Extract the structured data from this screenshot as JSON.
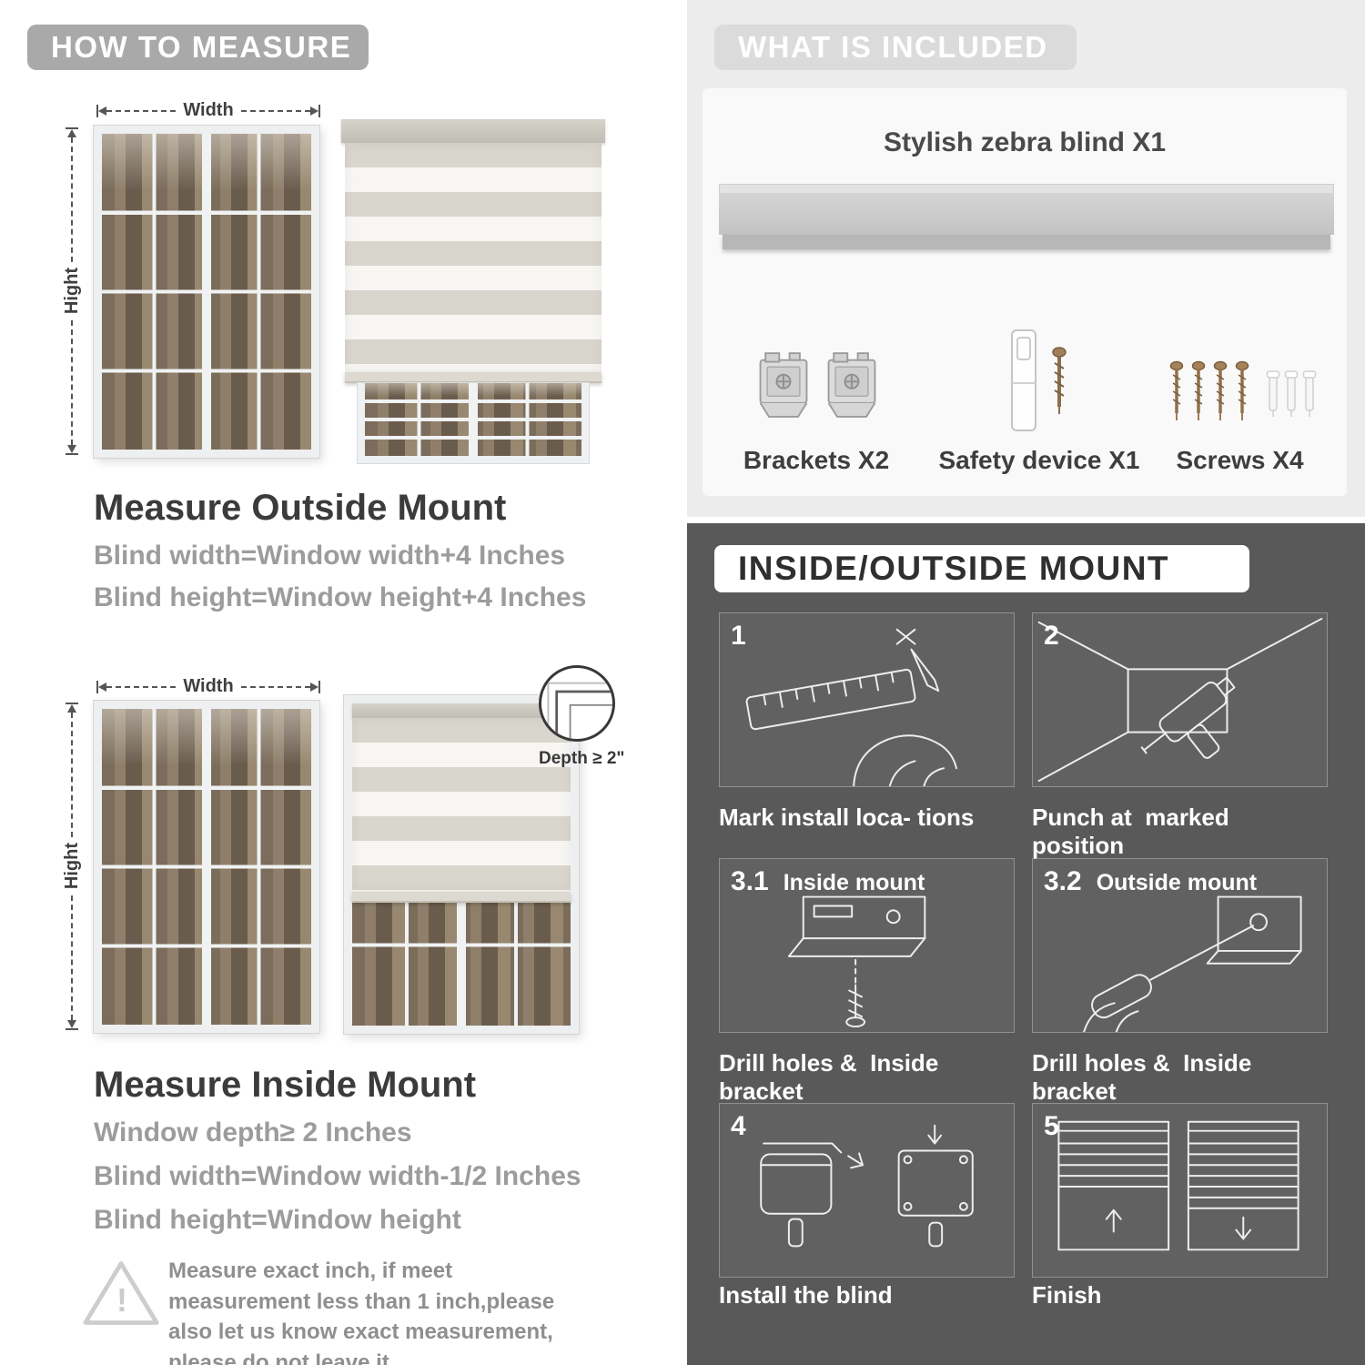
{
  "left": {
    "header": "HOW TO MEASURE",
    "outside": {
      "width_label": "Width",
      "height_label": "Hight",
      "title": "Measure Outside Mount",
      "lines": [
        "Blind width=Window width+4 Inches",
        "Blind height=Window height+4 Inches"
      ]
    },
    "inside": {
      "width_label": "Width",
      "height_label": "Hight",
      "depth_label": "Depth ≥ 2\"",
      "title": "Measure Inside Mount",
      "lines": [
        "Window depth≥ 2 Inches",
        "Blind width=Window width-1/2 Inches",
        "Blind height=Window height"
      ]
    },
    "warning": {
      "mark": "!",
      "note": "Measure exact inch, if meet measurement less than 1 inch,please also let us know exact measurement, please do not leave it"
    }
  },
  "included": {
    "header": "WHAT IS INCLUDED",
    "blind_label": "Stylish zebra blind X1",
    "items": [
      {
        "label": "Brackets X2"
      },
      {
        "label": "Safety device X1"
      },
      {
        "label": "Screws X4"
      }
    ]
  },
  "mount": {
    "header": "INSIDE/OUTSIDE MOUNT",
    "steps": [
      {
        "num": "1",
        "title": "",
        "caption": "Mark install loca- tions"
      },
      {
        "num": "2",
        "title": "",
        "caption": "Punch at  marked position"
      },
      {
        "num": "3.1",
        "title": "Inside mount",
        "caption": "Drill holes &  Inside bracket"
      },
      {
        "num": "3.2",
        "title": "Outside mount",
        "caption": "Drill holes &  Inside bracket"
      },
      {
        "num": "4",
        "title": "",
        "caption": "Install the blind"
      },
      {
        "num": "5",
        "title": "",
        "caption": "Finish"
      }
    ]
  },
  "colors": {
    "left_pill": "#a9a9a9",
    "included_pill": "#dbdbdb",
    "right_top_bg": "#ececec",
    "dark_bg": "#595959",
    "heading_text": "#3b3b3b",
    "body_gray_text": "#9c9c9c"
  }
}
